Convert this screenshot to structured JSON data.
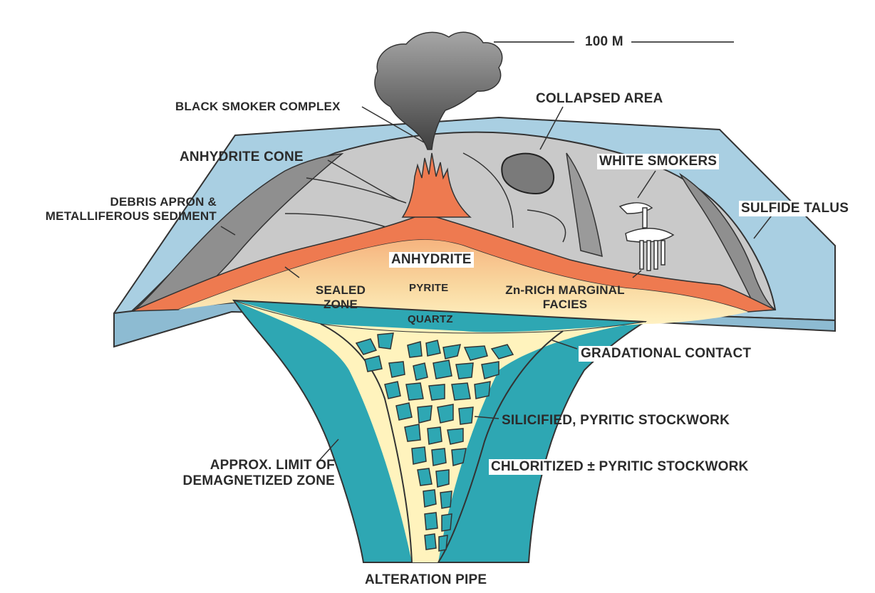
{
  "scale_bar": {
    "label": "100 M"
  },
  "labels": {
    "black_smoker_complex": "BLACK SMOKER COMPLEX",
    "collapsed_area": "COLLAPSED AREA",
    "anhydrite_cone": "ANHYDRITE CONE",
    "white_smokers": "WHITE SMOKERS",
    "debris_apron_line1": "DEBRIS APRON &",
    "debris_apron_line2": "METALLIFEROUS SEDIMENT",
    "sulfide_talus": "SULFIDE TALUS",
    "anhydrite": "ANHYDRITE",
    "pyrite": "PYRITE",
    "quartz": "QUARTZ",
    "sealed_zone_line1": "SEALED",
    "sealed_zone_line2": "ZONE",
    "zn_rich_line1": "Zn-RICH MARGINAL",
    "zn_rich_line2": "FACIES",
    "gradational_contact": "GRADATIONAL CONTACT",
    "silicified_stockwork": "SILICIFIED, PYRITIC STOCKWORK",
    "chloritized_stockwork": "CHLORITIZED ± PYRITIC STOCKWORK",
    "demagnetized_line1": "APPROX. LIMIT OF",
    "demagnetized_line2": "DEMAGNETIZED ZONE",
    "alteration_pipe": "ALTERATION PIPE"
  },
  "colors": {
    "seafloor": "#a9cfe2",
    "mound_surface": "#c9c9c9",
    "talus": "#8f8f8f",
    "sealed_zone": "#ee7a50",
    "massive_sulfide_core": "#f6c88e",
    "alteration_pipe": "#2ea7b3",
    "stockwork_matrix": "#fff3bd",
    "smoke": "#8a8a8a"
  }
}
